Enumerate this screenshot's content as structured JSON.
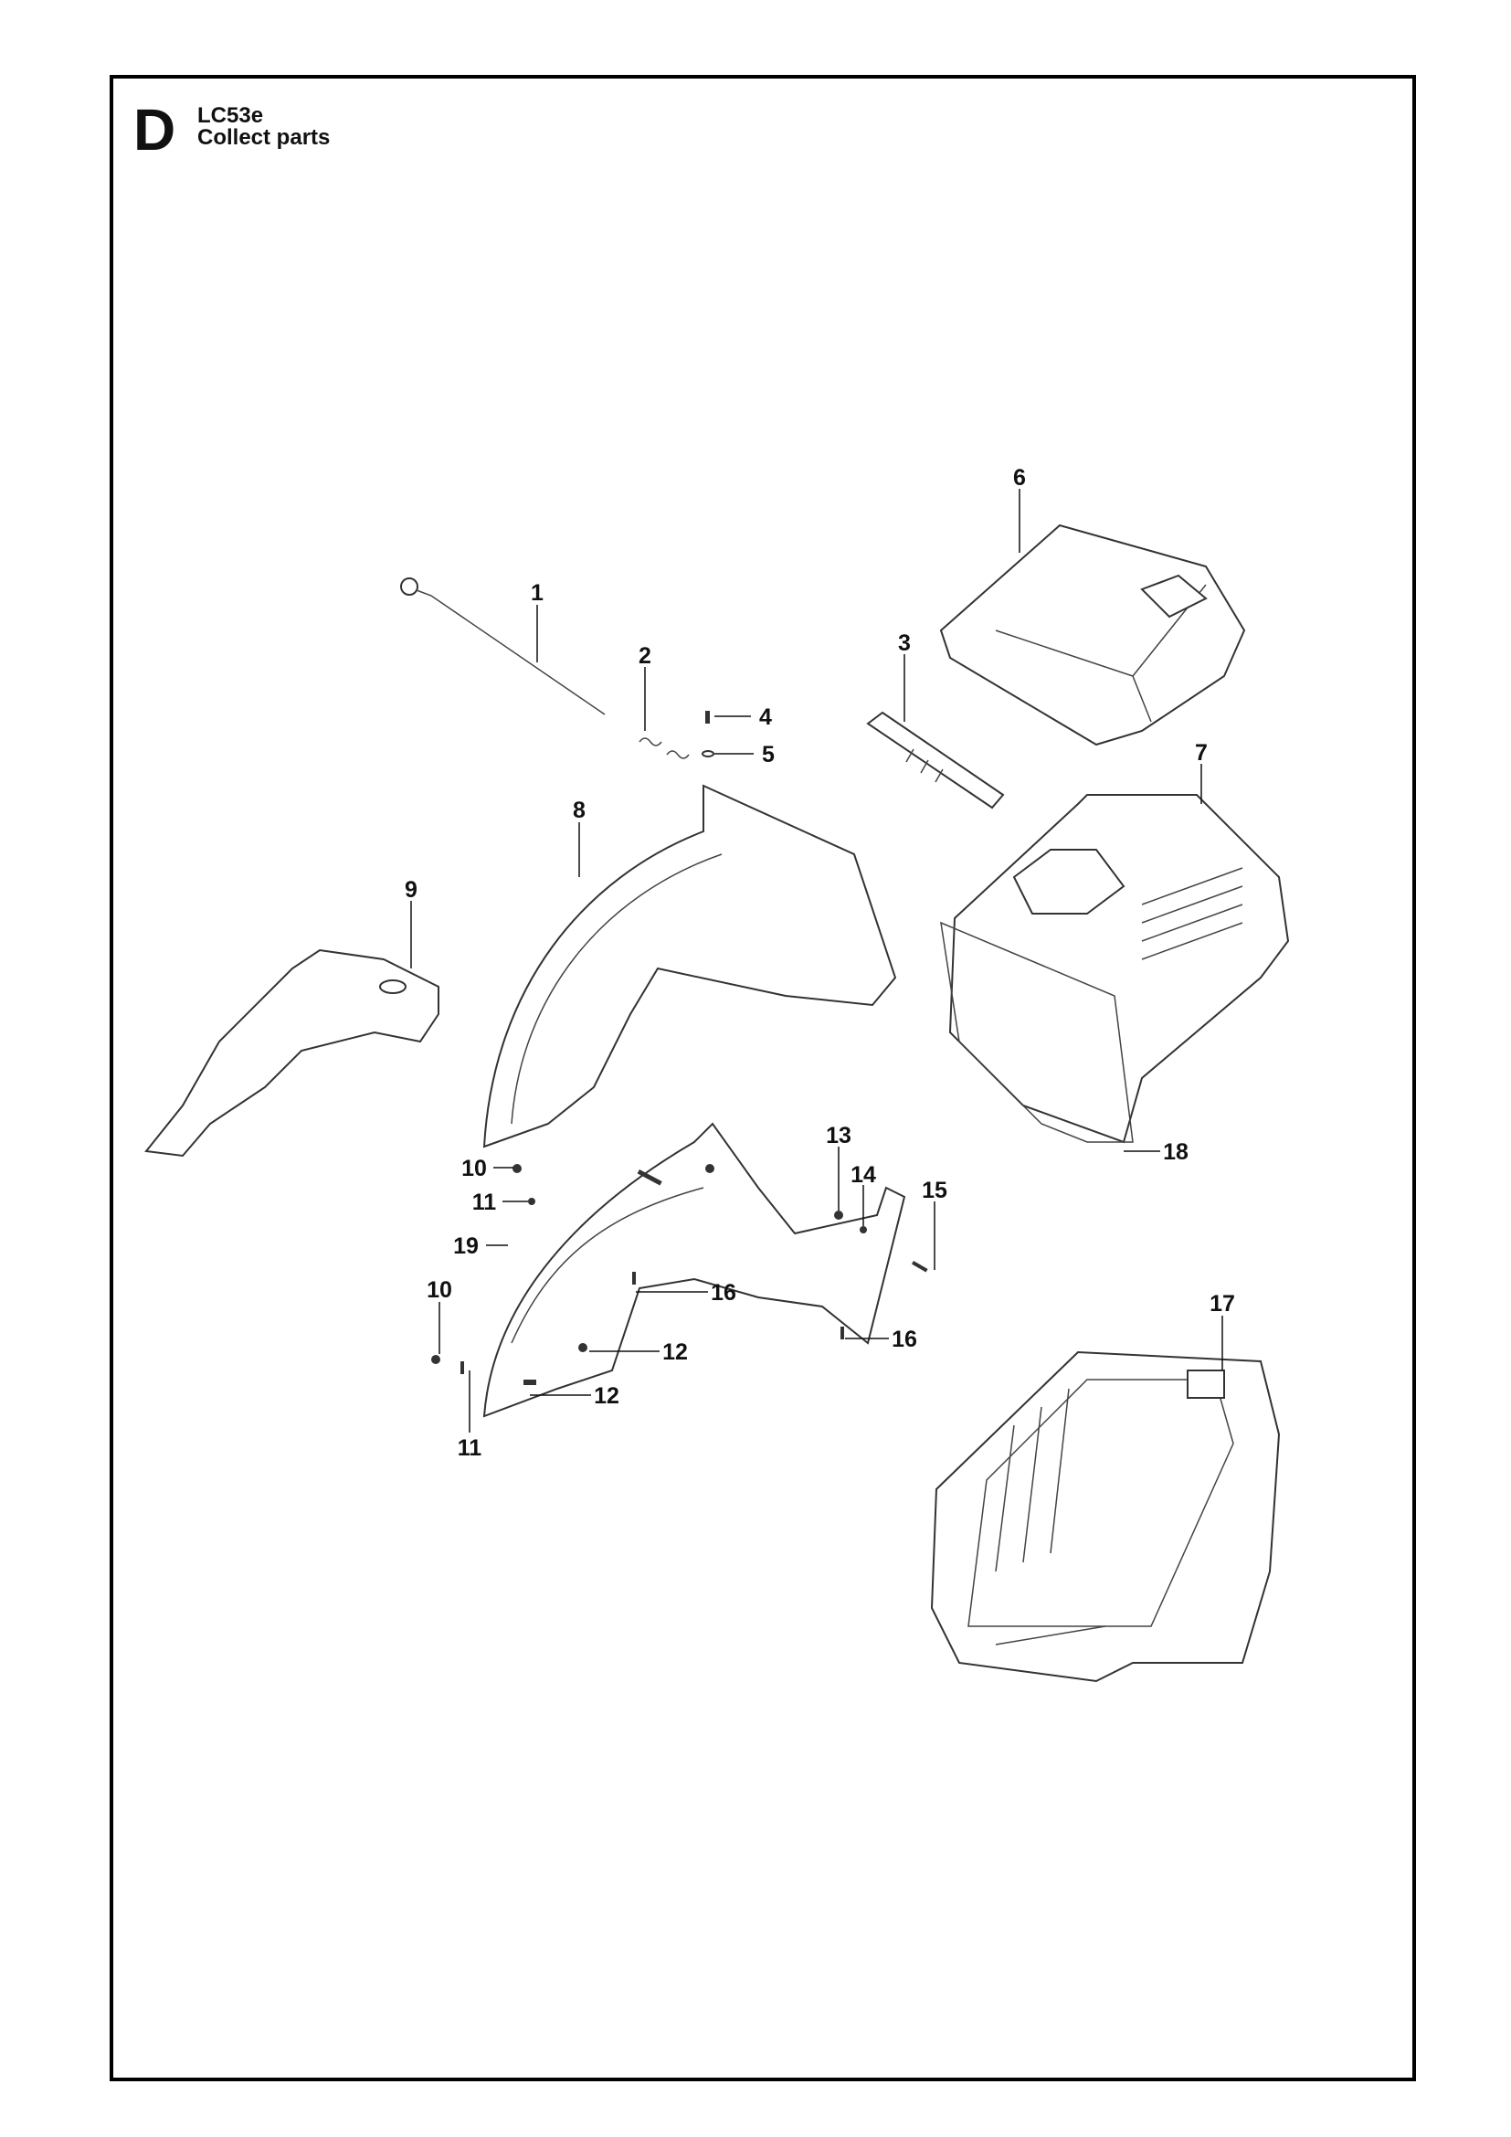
{
  "header": {
    "section": "D",
    "model": "LC53e",
    "title": "Collect parts"
  },
  "callouts": [
    "1",
    "2",
    "3",
    "4",
    "5",
    "6",
    "7",
    "8",
    "9",
    "10",
    "11",
    "19",
    "10",
    "11",
    "12",
    "12",
    "13",
    "14",
    "15",
    "16",
    "16",
    "17",
    "18"
  ]
}
